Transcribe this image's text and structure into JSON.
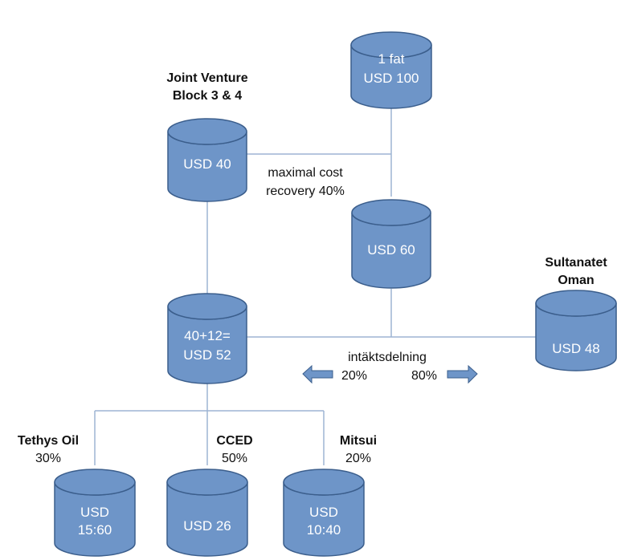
{
  "colors": {
    "cylinder_fill": "#6E95C8",
    "cylinder_stroke": "#3B5E8C",
    "connector_line": "#9DB4D3",
    "arrow_fill": "#6E95C8"
  },
  "nodes": {
    "barrel": {
      "line1": "1 fat",
      "line2": "USD 100"
    },
    "joint_venture": {
      "value": "USD 40",
      "title_line1": "Joint Venture",
      "title_line2": "Block 3 & 4"
    },
    "remaining": {
      "value": "USD 60"
    },
    "combined": {
      "line1": "40+12=",
      "line2": "USD 52"
    },
    "sultanate": {
      "value": "USD 48",
      "title_line1": "Sultanatet",
      "title_line2": "Oman"
    },
    "tethys": {
      "line1": "USD",
      "line2": "15:60",
      "name": "Tethys Oil",
      "share": "30%"
    },
    "cced": {
      "value": "USD 26",
      "name": "CCED",
      "share": "50%"
    },
    "mitsui": {
      "line1": "USD",
      "line2": "10:40",
      "name": "Mitsui",
      "share": "20%"
    }
  },
  "annotations": {
    "cost_recovery_line1": "maximal cost",
    "cost_recovery_line2": "recovery 40%",
    "revenue_sharing": "intäktsdelning",
    "left_share": "20%",
    "right_share": "80%"
  },
  "icons": {
    "left_arrow": "arrow-left-icon",
    "right_arrow": "arrow-right-icon"
  }
}
